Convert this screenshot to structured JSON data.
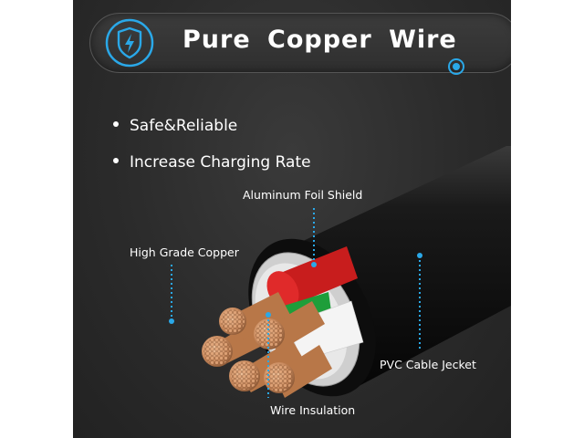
{
  "header": {
    "title": "Pure Copper Wire",
    "icon": "lightning-shield-icon",
    "accent_color": "#2aa8e8"
  },
  "features": [
    {
      "label": "Safe&Reliable"
    },
    {
      "label": "Increase Charging Rate"
    }
  ],
  "callouts": {
    "foil": "Aluminum Foil Shield",
    "copper": "High Grade Copper",
    "jacket": "PVC Cable Jecket",
    "insulation": "Wire Insulation"
  },
  "colors": {
    "background": "#2b2b2b",
    "jacket": "#111111",
    "foil": "#d8d8d8",
    "red_wire": "#d42020",
    "white_wire": "#f2f2f2",
    "green_wire": "#1e9e3a",
    "copper": "#c98a5e"
  }
}
